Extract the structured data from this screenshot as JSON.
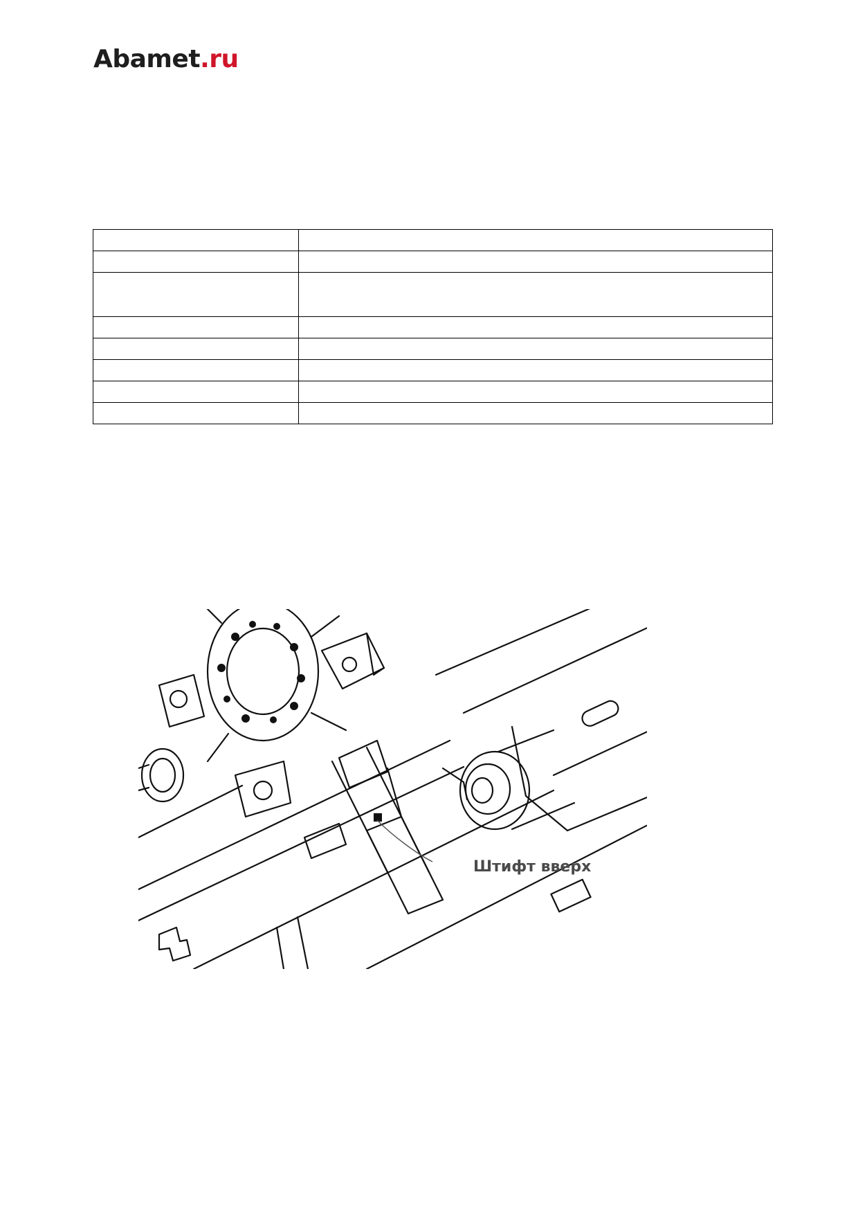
{
  "header": {
    "logo_brand": "Abamet",
    "logo_dot": ".",
    "logo_tld": "ru"
  },
  "table": {
    "rows": [
      [
        "",
        ""
      ],
      [
        "",
        ""
      ],
      [
        "",
        ""
      ],
      [
        "",
        ""
      ],
      [
        "",
        ""
      ],
      [
        "",
        ""
      ],
      [
        "",
        ""
      ],
      [
        "",
        ""
      ]
    ]
  },
  "figure": {
    "label": "Штифт вверх"
  }
}
